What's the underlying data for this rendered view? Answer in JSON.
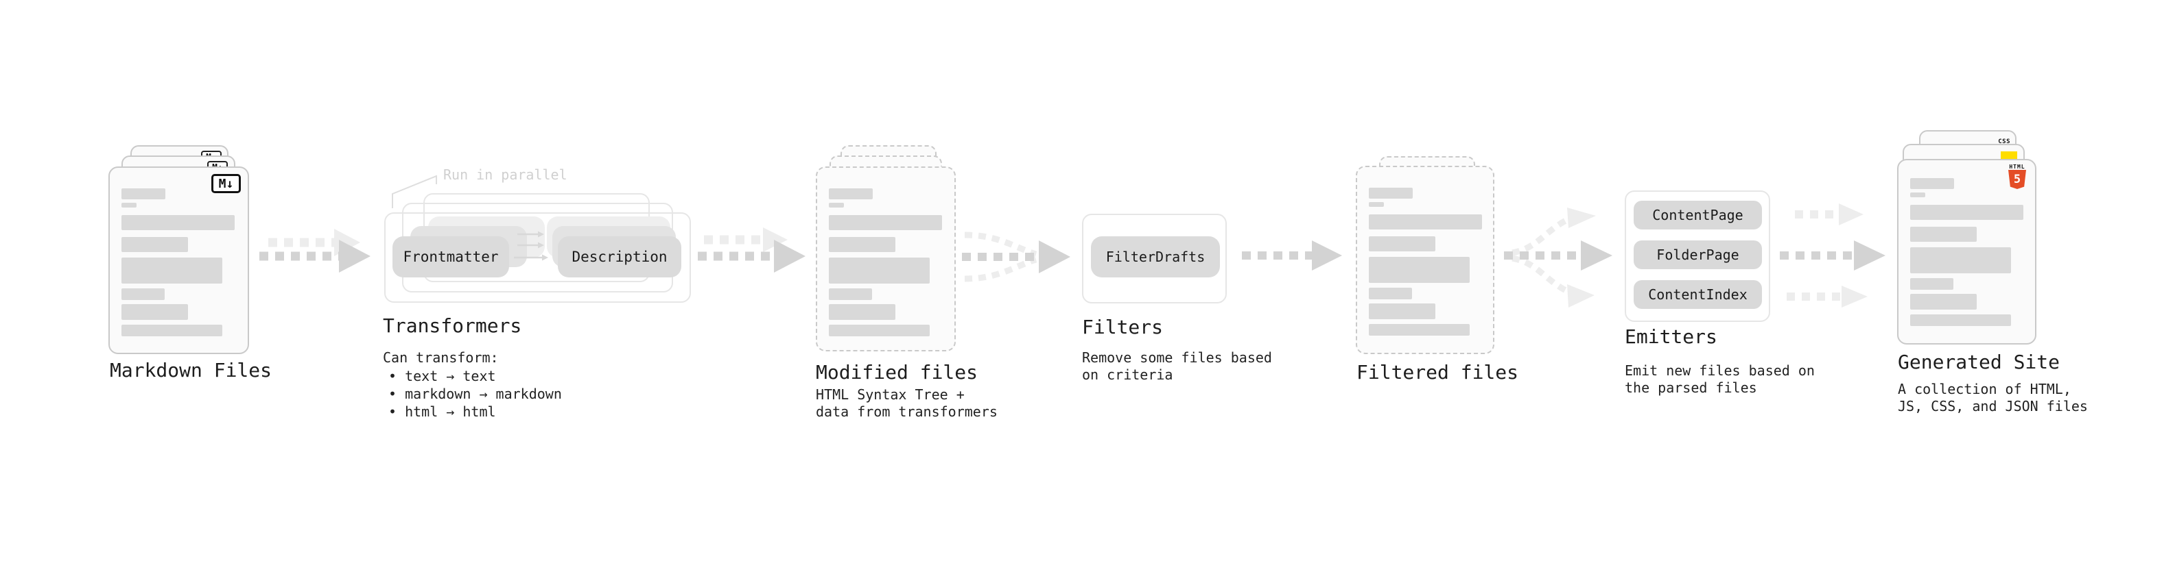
{
  "stages": {
    "markdown": {
      "label": "Markdown Files",
      "badge": "M↓"
    },
    "transformers": {
      "heading": "Transformers",
      "annotation": "Run in parallel",
      "pills": [
        "Frontmatter",
        "Description"
      ],
      "note_title": "Can transform:",
      "bullets": [
        "• text → text",
        "• markdown → markdown",
        "• html → html"
      ]
    },
    "modified": {
      "label": "Modified files",
      "subtext": "HTML Syntax Tree +\ndata from transformers"
    },
    "filters": {
      "heading": "Filters",
      "pill": "FilterDrafts",
      "subtext": "Remove some files based\non criteria"
    },
    "filtered": {
      "label": "Filtered files"
    },
    "emitters": {
      "heading": "Emitters",
      "pills": [
        "ContentPage",
        "FolderPage",
        "ContentIndex"
      ],
      "subtext": "Emit new files based on\nthe parsed files"
    },
    "generated": {
      "label": "Generated Site",
      "subtext": "A collection of HTML,\nJS, CSS, and JSON files",
      "badges": {
        "html_word": "HTML",
        "html_number": "5",
        "css": "CSS"
      }
    }
  },
  "colors": {
    "html5_orange": "#e44d26",
    "js_yellow": "#ffdd00",
    "css_blue": "#2862e9",
    "placeholder_gray": "#d9d9d9",
    "arrow_gray": "#d3d3d3",
    "arrow_light_gray": "#ededed"
  }
}
